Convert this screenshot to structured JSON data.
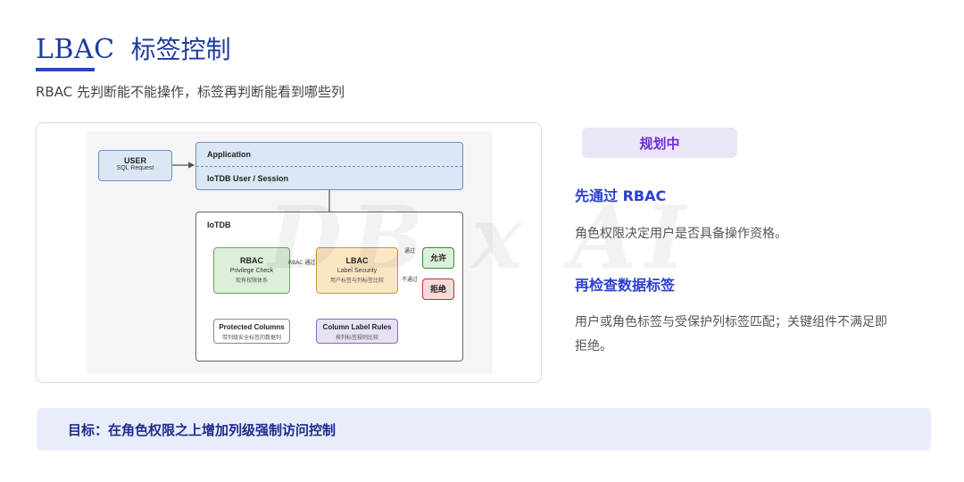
{
  "title": {
    "en": "LBAC",
    "cn": "标签控制"
  },
  "subtitle": "RBAC 先判断能不能操作，标签再判断能看到哪些列",
  "diagram": {
    "user": {
      "title": "USER",
      "sub": "SQL Request"
    },
    "application": {
      "title": "Application",
      "session": "IoTDB User / Session"
    },
    "iotdb": {
      "label": "IoTDB"
    },
    "rbac": {
      "title": "RBAC",
      "sub": "Privilege Check",
      "note": "现有权限体系"
    },
    "rbac_pass": "RBAC 通过",
    "lbac": {
      "title": "LBAC",
      "sub": "Label Security",
      "note": "用户标签与列标签比较"
    },
    "pass": "通过",
    "fail": "不通过",
    "allow": "允许",
    "deny": "拒绝",
    "protected": {
      "title": "Protected Columns",
      "note": "带列级安全标签的数据列"
    },
    "rules": {
      "title": "Column Label Rules",
      "note": "按列标签规则比较"
    },
    "colors": {
      "user": "#dbe7f5",
      "rbac": "#dcefd9",
      "lbac": "#fbe6c4",
      "rules": "#e8e0f3",
      "allow": "#dcefd9",
      "deny": "#f7d9d9"
    }
  },
  "status_badge": "规划中",
  "sections": [
    {
      "heading": "先通过 RBAC",
      "text": "角色权限决定用户是否具备操作资格。"
    },
    {
      "heading": "再检查数据标签",
      "text": "用户或角色标签与受保护列标签匹配；关键组件不满足即拒绝。"
    }
  ],
  "goal": "目标：在角色权限之上增加列级强制访问控制"
}
